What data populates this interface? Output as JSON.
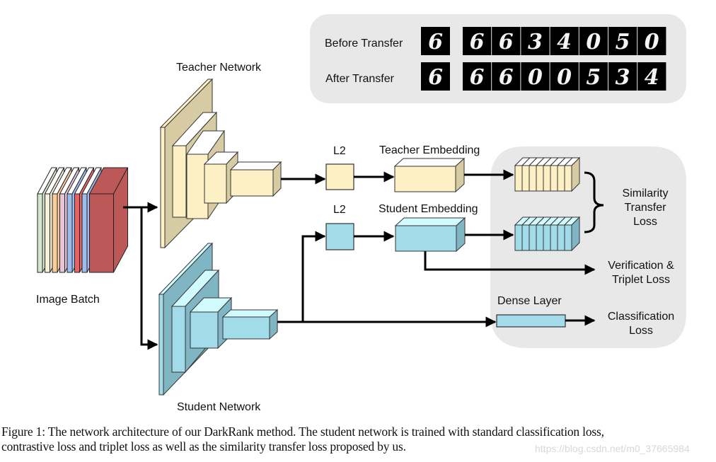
{
  "colors": {
    "teacher_front": "#fdf0c4",
    "teacher_side": "#d6cba3",
    "student_front": "#a2dcea",
    "student_side": "#80b6c4",
    "student_top": "#d2fbff",
    "panel_bg": "#e8e8e8",
    "line": "#000000"
  },
  "transfer_panel": {
    "before_label": "Before Transfer",
    "after_label": "After Transfer",
    "before_query": "6",
    "after_query": "6",
    "before_digits": [
      "6",
      "6",
      "3",
      "4",
      "0",
      "5",
      "0"
    ],
    "after_digits": [
      "6",
      "6",
      "0",
      "0",
      "5",
      "3",
      "4"
    ]
  },
  "image_batch": {
    "label": "Image Batch",
    "slice_colors": [
      "#d6e6cc",
      "#f4f1d8",
      "#f9cc9c",
      "#e6c6d6",
      "#9ebdee",
      "#e76464",
      "#9ebdee",
      "#bd5858"
    ]
  },
  "teacher_network": {
    "label": "Teacher Network"
  },
  "student_network": {
    "label": "Student Network"
  },
  "teacher_l2": {
    "label": "L2"
  },
  "student_l2": {
    "label": "L2"
  },
  "teacher_embedding": {
    "label": "Teacher Embedding"
  },
  "student_embedding": {
    "label": "Student Embedding"
  },
  "dense_layer": {
    "label": "Dense Layer"
  },
  "losses": {
    "similarity": [
      "Similarity",
      "Transfer",
      "Loss"
    ],
    "verification": [
      "Verification &",
      "Triplet Loss"
    ],
    "classification": [
      "Classification",
      "Loss"
    ]
  },
  "caption": {
    "line1": "Figure 1: The network architecture of our DarkRank method. The student network is trained with standard classification loss,",
    "line2": "contrastive loss and triplet loss as well as the similarity transfer loss proposed by us."
  },
  "watermark": "https://blog.csdn.net/m0_37665984"
}
